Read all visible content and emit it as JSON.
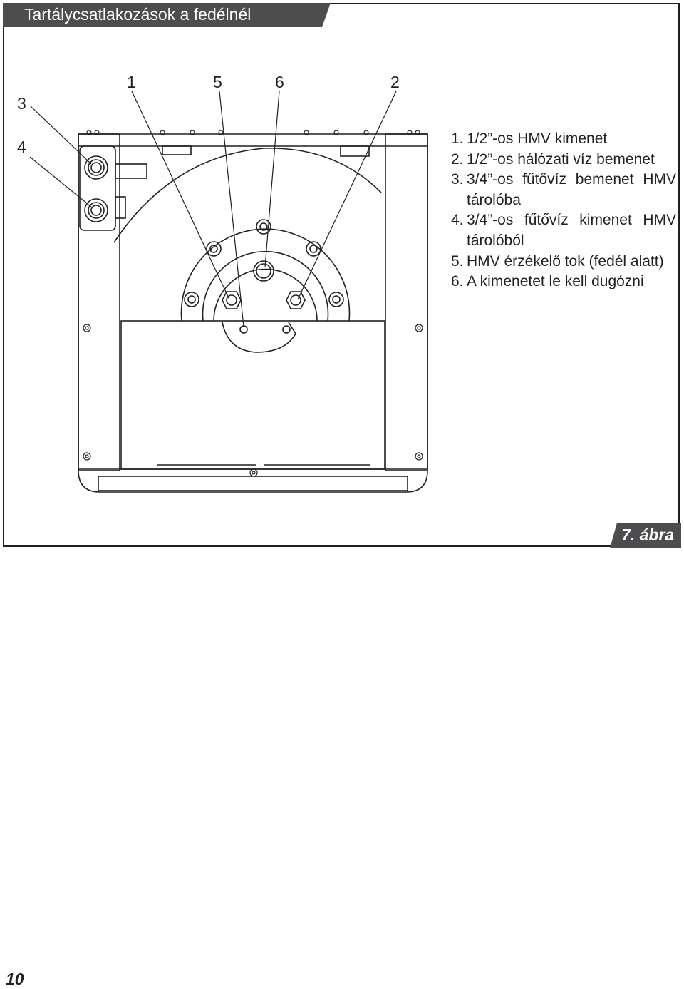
{
  "header": {
    "title": "Tartálycsatlakozások a fedélnél"
  },
  "callouts": [
    "3",
    "4",
    "1",
    "5",
    "6",
    "2"
  ],
  "legend": [
    {
      "num": "1.",
      "text": "1/2”-os HMV kimenet"
    },
    {
      "num": "2.",
      "text": "1/2”-os hálózati víz bemenet"
    },
    {
      "num": "3.",
      "text": "3/4”-os fűtővíz bemenet HMV tárolóba"
    },
    {
      "num": "4.",
      "text": "3/4”-os fűtővíz kimenet HMV tárolóból"
    },
    {
      "num": "5.",
      "text": "HMV érzékelő tok (fedél alatt)"
    },
    {
      "num": "6.",
      "text": "A kimenetet le kell dugózni"
    }
  ],
  "figure_label": "7. ábra",
  "page_number": "10",
  "colors": {
    "ink": "#231f20",
    "tab_fill": "#4d4d4f"
  }
}
